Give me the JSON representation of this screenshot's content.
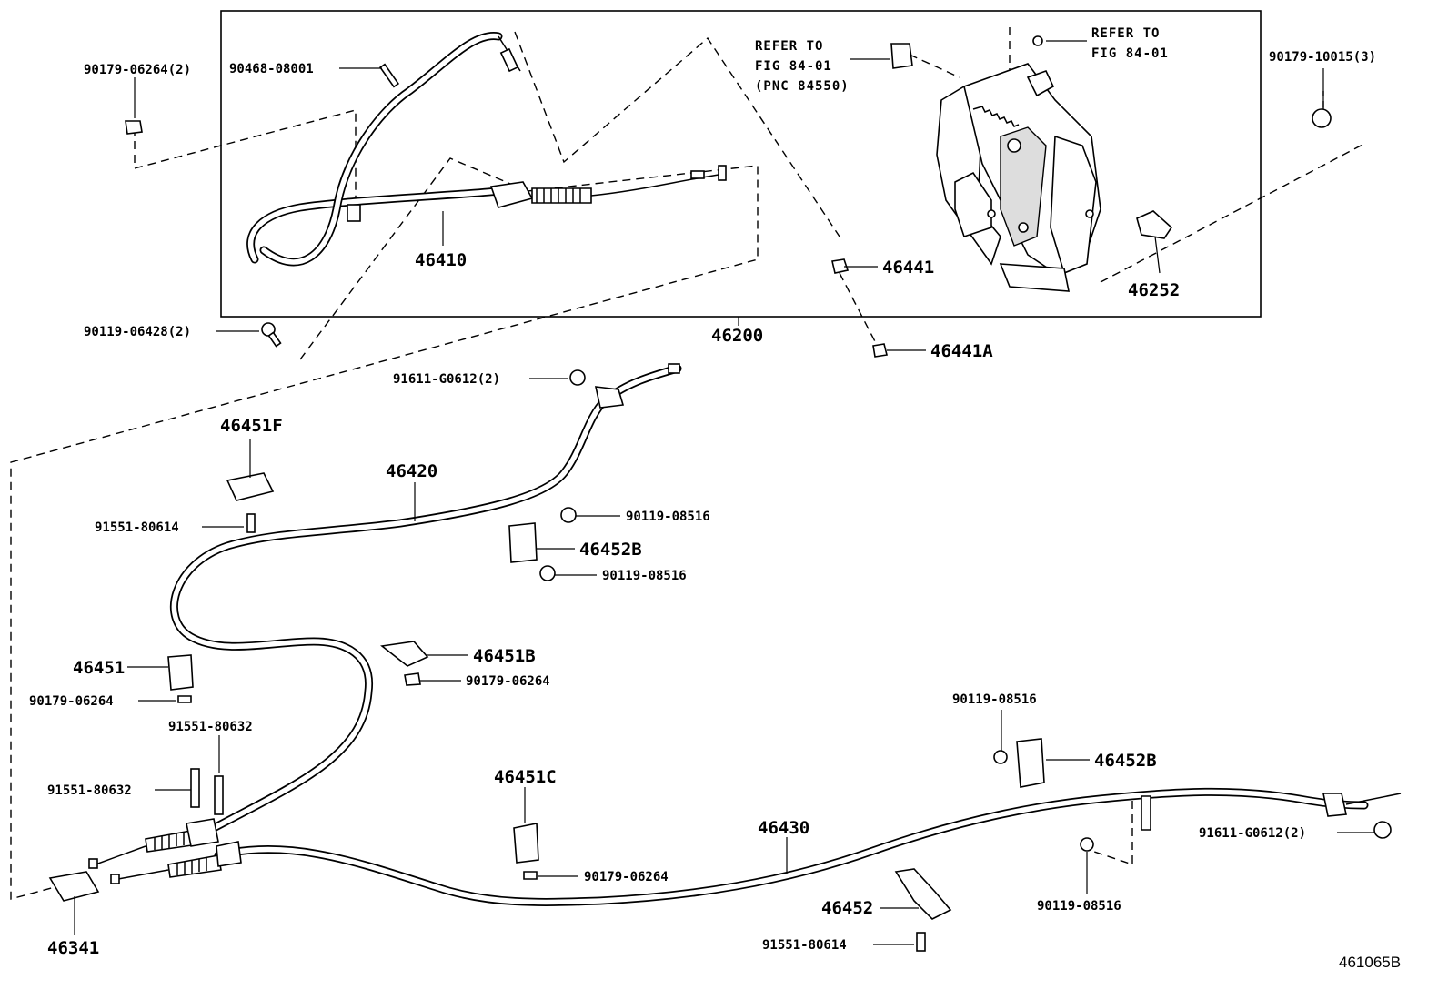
{
  "figure_code": "461065B",
  "callouts": {
    "c1": "90179-06264(2)",
    "c2": "90468-08001",
    "c3": "46410",
    "c4": "90119-06428(2)",
    "c5": "46200",
    "c6": "46441",
    "c7": "46441A",
    "c8": "46252",
    "c9": "90179-10015(3)",
    "c10": "91611-G0612(2)",
    "c11": "46451F",
    "c12": "46420",
    "c13": "91551-80614",
    "c14": "90119-08516",
    "c15": "46452B",
    "c16": "90119-08516",
    "c17": "46451",
    "c18": "46451B",
    "c19": "90179-06264",
    "c20": "90179-06264",
    "c21": "91551-80632",
    "c22": "91551-80632",
    "c23": "46451C",
    "c24": "90179-06264",
    "c25": "46430",
    "c26": "90119-08516",
    "c27": "46452B",
    "c28": "91611-G0612(2)",
    "c29": "90119-08516",
    "c30": "46452",
    "c31": "91551-80614",
    "c32": "46341"
  },
  "refer_notes": {
    "left_line1": "REFER TO",
    "left_line2": "FIG 84-01",
    "left_line3": "(PNC 84550)",
    "right_line1": "REFER TO",
    "right_line2": "FIG 84-01"
  }
}
